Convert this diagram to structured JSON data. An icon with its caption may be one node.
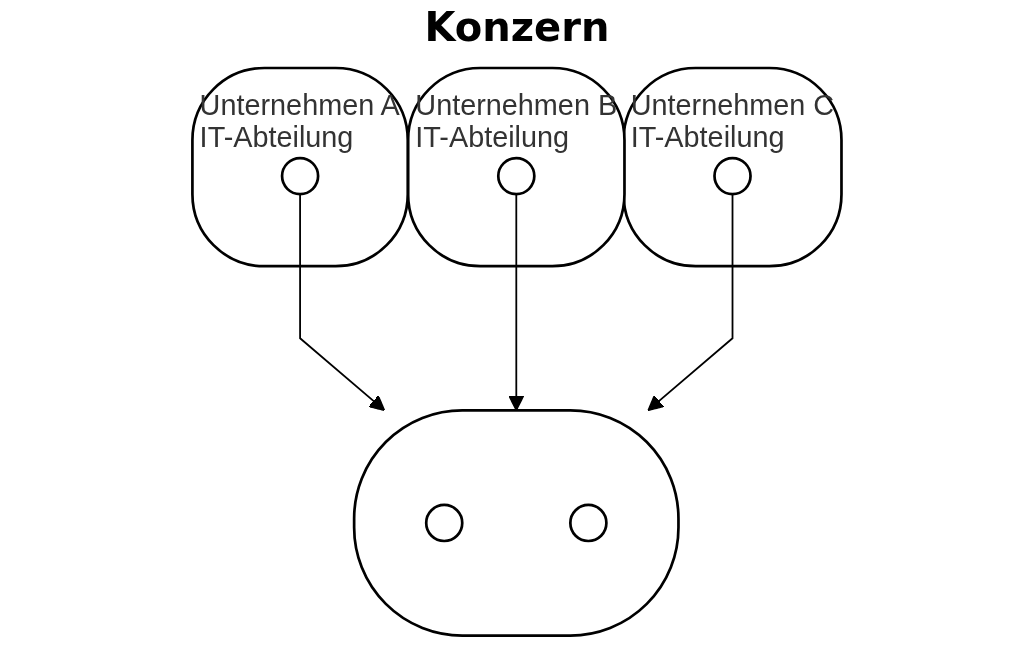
{
  "diagram": {
    "title": "Konzern",
    "nodes": [
      {
        "text": [
          "Unternehmen A",
          "IT-Abteilung"
        ]
      },
      {
        "text": [],
        "shape": "circle",
        "in": 0
      },
      {
        "text": [
          "Unternehmen B",
          "IT-Abteilung"
        ]
      },
      {
        "text": [],
        "shape": "circle",
        "in": 2
      },
      {
        "text": [
          "Unternehmen C",
          "IT-Abteilung"
        ]
      },
      {
        "text": [],
        "shape": "circle",
        "in": 4
      },
      {
        "text": [],
        "shape": "ellipse"
      },
      {
        "text": [],
        "shape": "circle",
        "in": 6
      },
      {
        "text": [],
        "shape": "circle",
        "in": 6
      }
    ],
    "edges": [
      {
        "from": 1,
        "to": 6,
        "arrow": "to"
      },
      {
        "from": 3,
        "to": 6,
        "arrow": "to"
      },
      {
        "from": 5,
        "to": 6,
        "arrow": "to"
      }
    ]
  }
}
